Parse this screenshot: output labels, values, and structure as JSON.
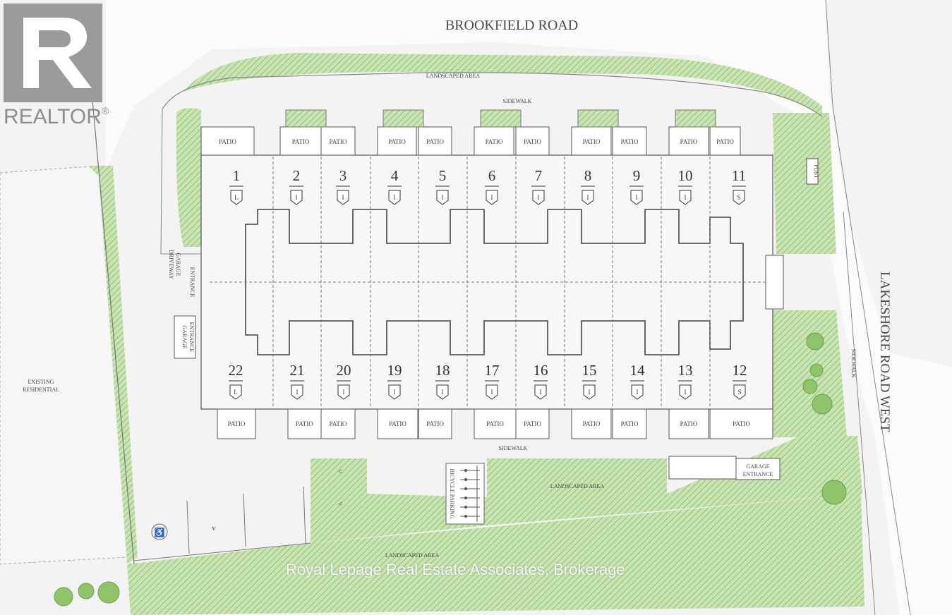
{
  "logo": {
    "text": "REALTOR",
    "mark": "®"
  },
  "roads": {
    "north": "BROOKFIELD ROAD",
    "east": "LAKESHORE ROAD WEST"
  },
  "areas": {
    "landscaped_top": "LANDSCAPED AREA",
    "landscaped_mid": "LANDSCAPED AREA",
    "landscaped_bottom": "LANDSCAPED AREA",
    "existing_residential": [
      "EXISTING",
      "RESIDENTIAL"
    ],
    "sidewalk_top": "SIDEWALK",
    "sidewalk_bottom": "SIDEWALK",
    "sidewalk_east": "SIDEWALK",
    "post": "POST",
    "garage_driveway": [
      "GARAGE",
      "DRIVEWAY",
      "ENTRANCE"
    ],
    "garage_entrance_west": [
      "GARAGE",
      "ENTRANCE"
    ],
    "garage_entrance_south": [
      "GARAGE",
      "ENTRANCE"
    ],
    "bicycle_parking": "BICYCLE PARKING"
  },
  "patio_label": "PATIO",
  "units_top": [
    {
      "num": "1",
      "type": "L"
    },
    {
      "num": "2",
      "type": "I"
    },
    {
      "num": "3",
      "type": "I"
    },
    {
      "num": "4",
      "type": "I"
    },
    {
      "num": "5",
      "type": "I"
    },
    {
      "num": "6",
      "type": "I"
    },
    {
      "num": "7",
      "type": "I"
    },
    {
      "num": "8",
      "type": "I"
    },
    {
      "num": "9",
      "type": "I"
    },
    {
      "num": "10",
      "type": "I"
    },
    {
      "num": "11",
      "type": "S"
    }
  ],
  "units_bottom": [
    {
      "num": "22",
      "type": "L"
    },
    {
      "num": "21",
      "type": "I"
    },
    {
      "num": "20",
      "type": "I"
    },
    {
      "num": "19",
      "type": "I"
    },
    {
      "num": "18",
      "type": "I"
    },
    {
      "num": "17",
      "type": "I"
    },
    {
      "num": "16",
      "type": "I"
    },
    {
      "num": "15",
      "type": "I"
    },
    {
      "num": "14",
      "type": "I"
    },
    {
      "num": "13",
      "type": "I"
    },
    {
      "num": "12",
      "type": "S"
    }
  ],
  "watermark": "Royal Lepage Real Estate Associates, Brokerage",
  "colors": {
    "landscape": "#a9d08a",
    "road": "#f1f1f1",
    "line": "#555555"
  }
}
